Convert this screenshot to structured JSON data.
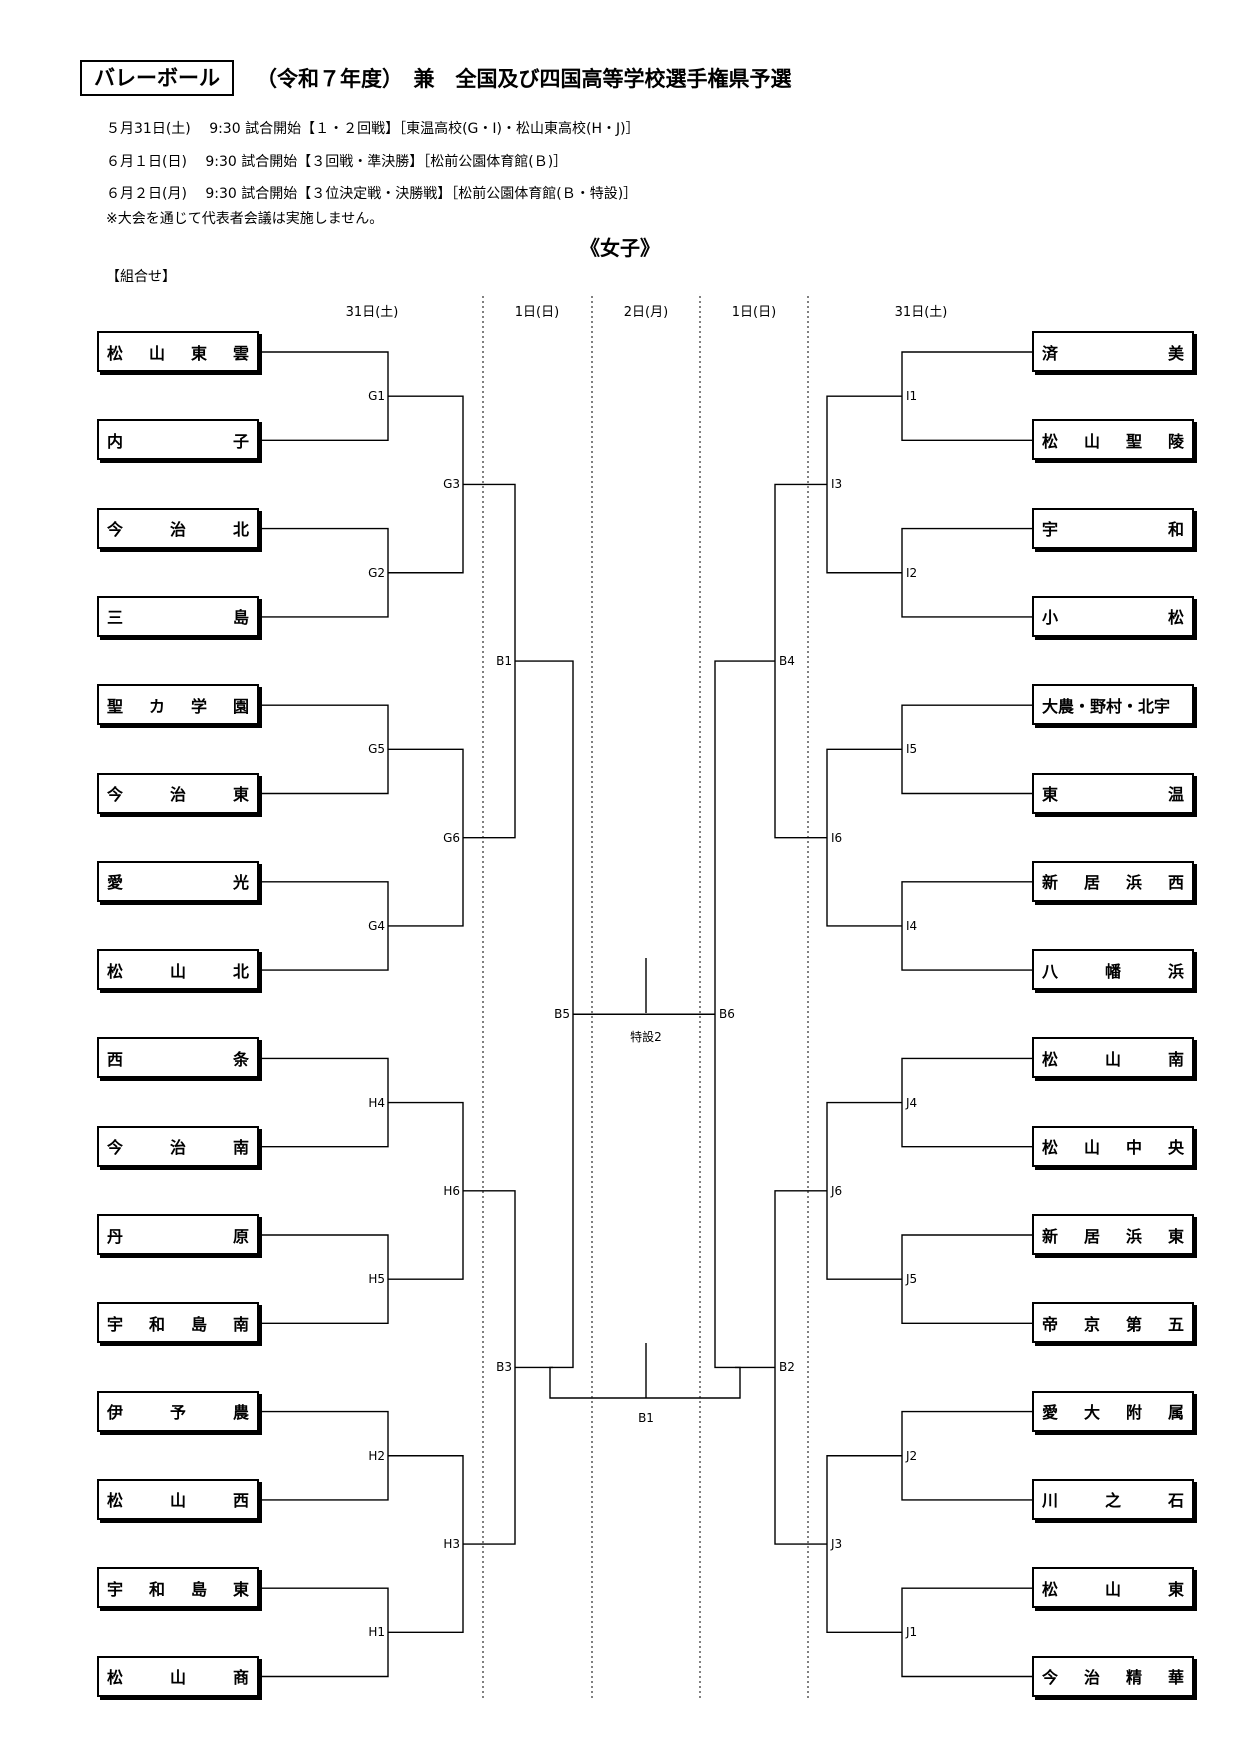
{
  "header": {
    "sport": "バレーボール",
    "title": "（令和７年度）　兼　全国及び四国高等学校選手権県予選",
    "schedule": [
      "５月31日(土)　 9:30 試合開始【１・２回戦】［東温高校(G・I)・松山東高校(H・J)］",
      "６月１日(日)　 9:30 試合開始【３回戦・準決勝】［松前公園体育館(Ｂ)］",
      "６月２日(月)　 9:30 試合開始【３位決定戦・決勝戦】［松前公園体育館(Ｂ・特設)］"
    ],
    "note": "※大会を通じて代表者会議は実施しません。",
    "category": "《女子》",
    "section_label": "【組合せ】"
  },
  "days": [
    "31日(土)",
    "1日(日)",
    "2日(月)",
    "1日(日)",
    "31日(土)"
  ],
  "teams_left": [
    "松山東雲",
    "内子",
    "今治北",
    "三島",
    "聖カ学園",
    "今治東",
    "愛光",
    "松山北",
    "西条",
    "今治南",
    "丹原",
    "宇和島南",
    "伊予農",
    "松山西",
    "宇和島東",
    "松山商"
  ],
  "teams_right": [
    "済美",
    "松山聖陵",
    "宇和",
    "小松",
    "大農・野村・北宇",
    "東温",
    "新居浜西",
    "八幡浜",
    "松山南",
    "松山中央",
    "新居浜東",
    "帝京第五",
    "愛大附属",
    "川之石",
    "松山東",
    "今治精華"
  ],
  "matches": {
    "left_r1": [
      "G1",
      "G2",
      "G5",
      "G4",
      "H4",
      "H5",
      "H2",
      "H1"
    ],
    "left_r2": [
      "G3",
      "G6",
      "H6",
      "H3"
    ],
    "left_r3": [
      "B1",
      "B3"
    ],
    "left_sf": "B5",
    "right_r1": [
      "I1",
      "I2",
      "I5",
      "I4",
      "J4",
      "J5",
      "J2",
      "J1"
    ],
    "right_r2": [
      "I3",
      "I6",
      "J6",
      "J3"
    ],
    "right_r3": [
      "B4",
      "B2"
    ],
    "right_sf": "B6",
    "final": "特設2",
    "third_place": "B1"
  }
}
